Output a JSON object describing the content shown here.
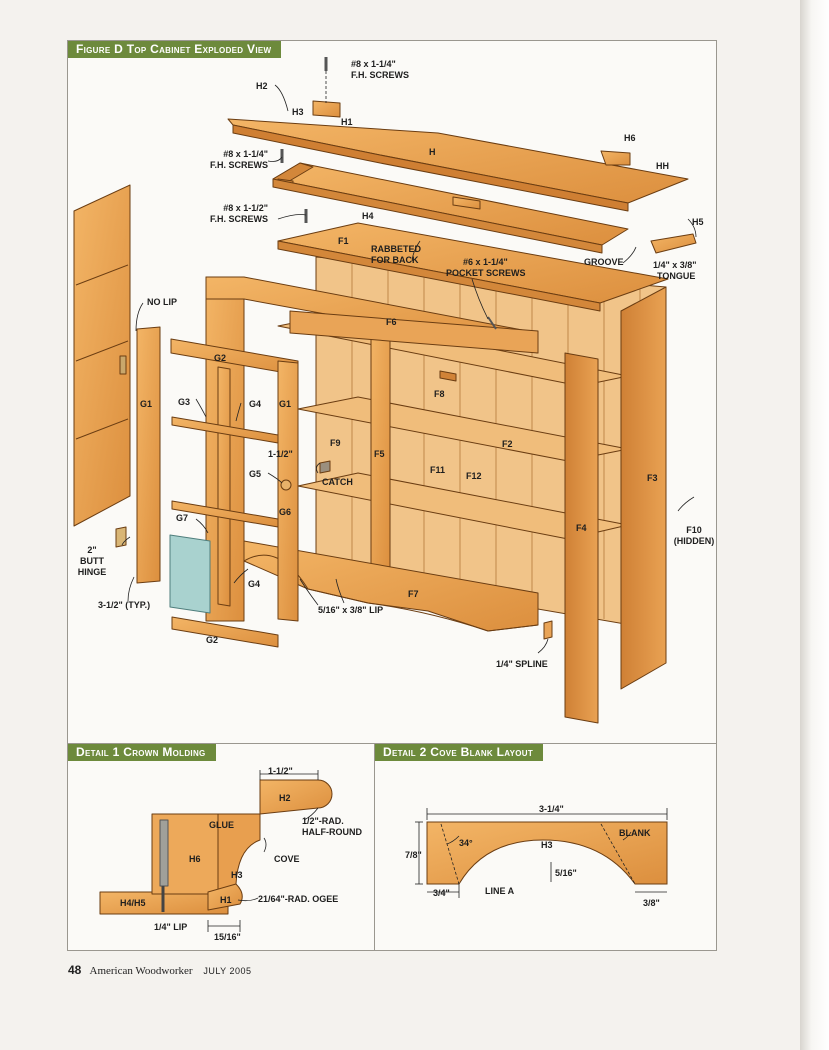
{
  "figure": {
    "title": "Figure D  Top Cabinet Exploded View",
    "labels": {
      "screws_top": [
        "#8 x 1-1/4\"",
        "F.H. SCREWS"
      ],
      "screws_mid": [
        "#8 x 1-1/4\"",
        "F.H. SCREWS"
      ],
      "screws_low": [
        "#8 x 1-1/2\"",
        "F.H. SCREWS"
      ],
      "h": "H",
      "h1": "H1",
      "h2": "H2",
      "h3": "H3",
      "h4": "H4",
      "h5": "H5",
      "h6": "H6",
      "hh": "HH",
      "f1": "F1",
      "f2": "F2",
      "f3": "F3",
      "f4": "F4",
      "f5": "F5",
      "f6": "F6",
      "f7": "F7",
      "f8": "F8",
      "f9": "F9",
      "f10": [
        "F10",
        "(HIDDEN)"
      ],
      "f11": "F11",
      "f12": "F12",
      "rabbeted": [
        "RABBETED",
        "FOR BACK"
      ],
      "pocket": [
        "#6 x 1-1/4\"",
        "POCKET SCREWS"
      ],
      "groove": "GROOVE",
      "tongue": [
        "1/4\" x 3/8\"",
        "TONGUE"
      ],
      "no_lip": "NO LIP",
      "g1": "G1",
      "g2": "G2",
      "g3": "G3",
      "g4": "G4",
      "g5": "G5",
      "g6": "G6",
      "g7": "G7",
      "one_half": "1-1/2\"",
      "catch": "CATCH",
      "hinge": [
        "2\"",
        "BUTT",
        "HINGE"
      ],
      "typ": "3-1/2\" (TYP.)",
      "lip": "5/16\" x 3/8\" LIP",
      "spline": "1/4\" SPLINE"
    }
  },
  "detail1": {
    "title": "Detail 1  Crown Molding",
    "labels": {
      "dim_top": "1-1/2\"",
      "h2": "H2",
      "glue": "GLUE",
      "half_round": [
        "1/2\"-RAD.",
        "HALF-ROUND"
      ],
      "h6": "H6",
      "cove": "COVE",
      "h3": "H3",
      "h4h5": "H4/H5",
      "h1": "H1",
      "ogee": "21/64\"-RAD. OGEE",
      "lip": "1/4\" LIP",
      "dim_bottom": "15/16\""
    }
  },
  "detail2": {
    "title": "Detail 2  Cove Blank Layout",
    "labels": {
      "width": "3-1/4\"",
      "blank": "BLANK",
      "angle": "34°",
      "height": "7/8\"",
      "h3": "H3",
      "depth": "5/16\"",
      "left": "3/4\"",
      "line_a": "LINE A",
      "right": "3/8\""
    }
  },
  "footer": {
    "page": "48",
    "magazine": "American Woodworker",
    "issue": "JULY 2005"
  }
}
